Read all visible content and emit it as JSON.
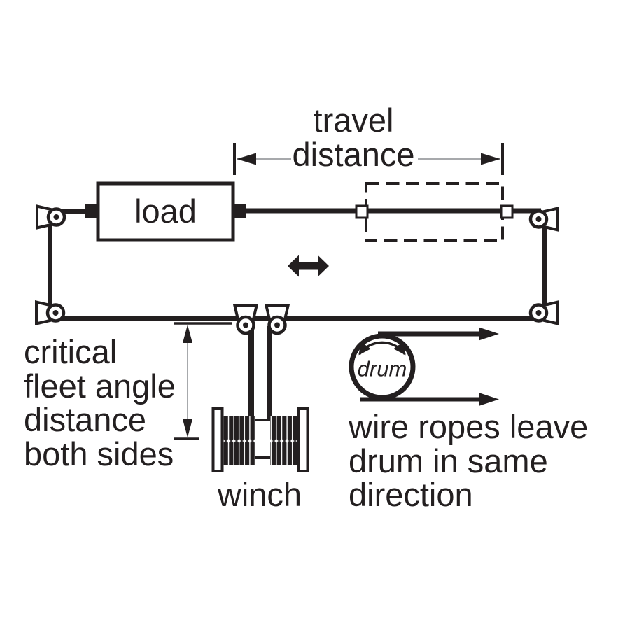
{
  "diagram": {
    "labels": {
      "travel_distance": "travel\ndistance",
      "load": "load",
      "drum": "drum",
      "winch": "winch",
      "critical_fleet_angle": "critical\nfleet angle\ndistance\nboth sides",
      "wire_ropes": "wire ropes leave\ndrum in same\ndirection"
    },
    "colors": {
      "ink": "#231F20",
      "dim_line": "#A7A9AC",
      "background": "#FFFFFF"
    }
  }
}
